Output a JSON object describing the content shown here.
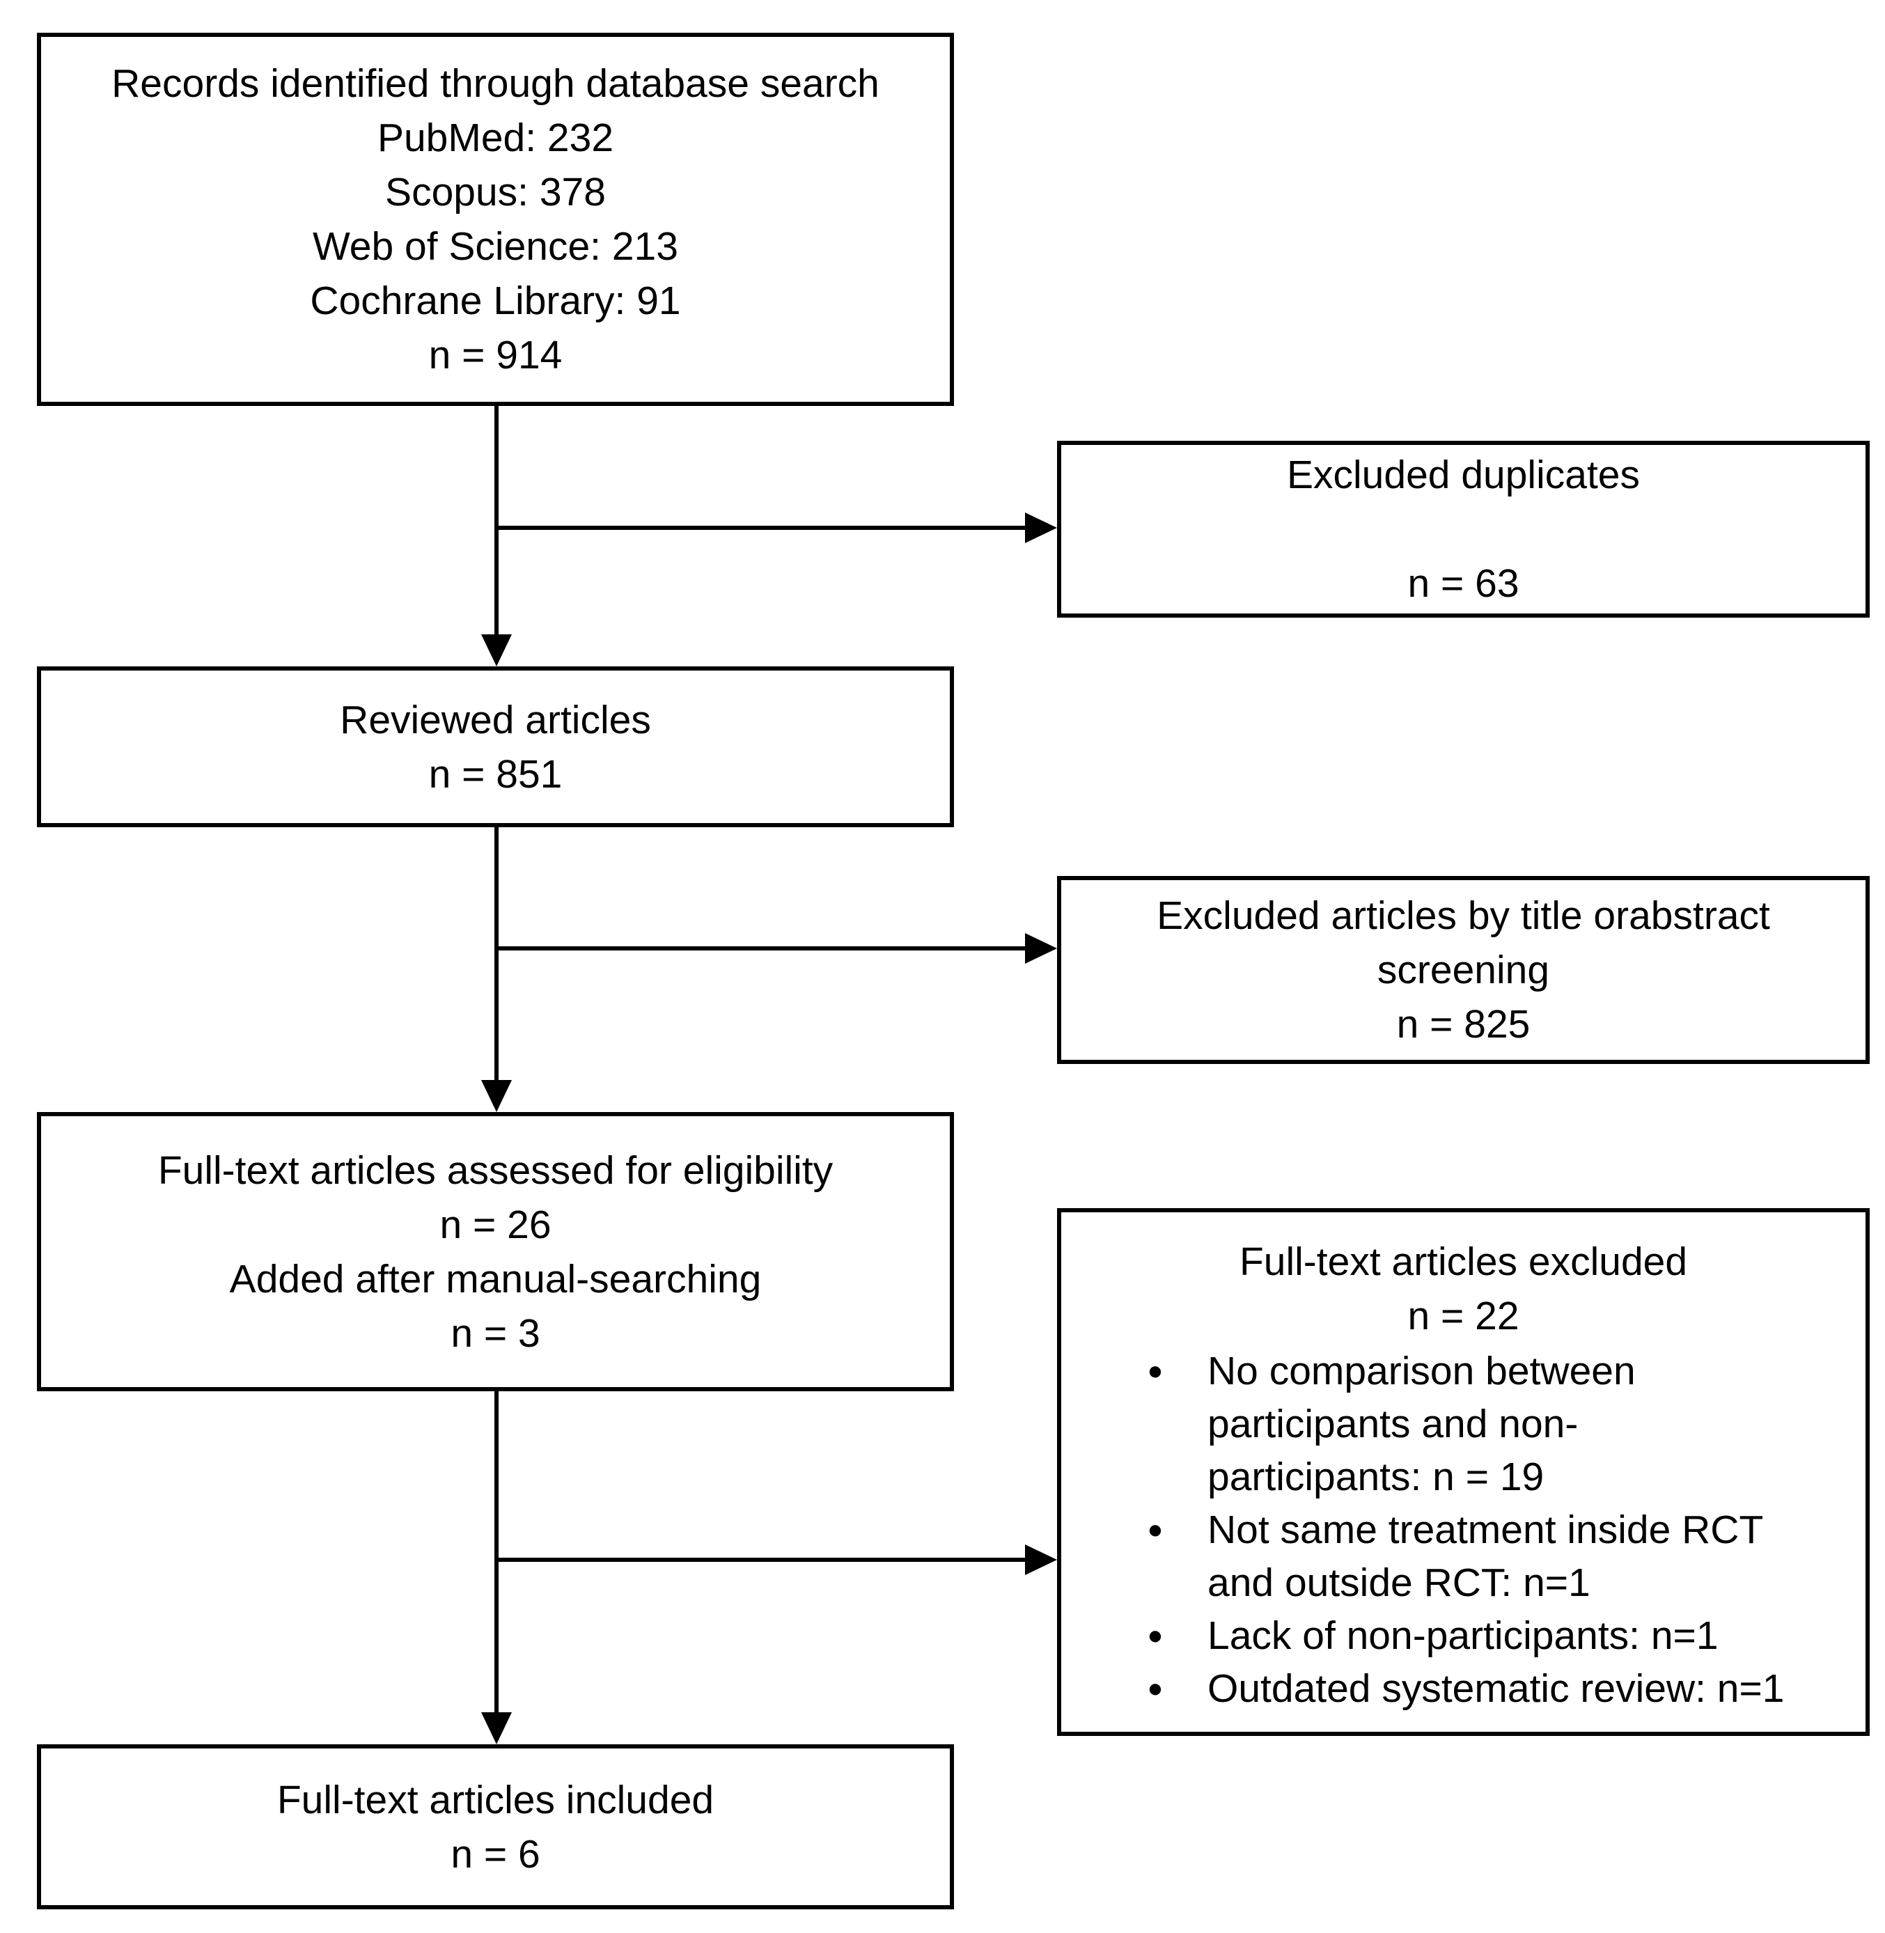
{
  "colors": {
    "ink": "#000000",
    "background": "#ffffff"
  },
  "flowchart": {
    "bullet_glyph": "●",
    "records_box": {
      "lines": [
        "Records identified through database search",
        "PubMed: 232",
        "Scopus: 378",
        "Web of Science: 213",
        "Cochrane Library: 91",
        "n = 914"
      ]
    },
    "excluded_duplicates_box": {
      "title": "Excluded duplicates",
      "count": "n = 63"
    },
    "reviewed_box": {
      "lines": [
        "Reviewed articles",
        "n = 851"
      ]
    },
    "excluded_screening_box": {
      "lines": [
        "Excluded articles by title orabstract",
        "screening",
        "n = 825"
      ]
    },
    "fulltext_assessed_box": {
      "lines": [
        "Full-text articles assessed for eligibility",
        "n = 26",
        "Added after manual-searching",
        "n = 3"
      ]
    },
    "fulltext_excluded_box": {
      "title": "Full-text articles excluded",
      "count": "n = 22",
      "bullets": [
        {
          "lines": [
            "No comparison between",
            "participants and non-",
            "participants: n = 19"
          ]
        },
        {
          "lines": [
            "Not same treatment inside RCT",
            "and outside RCT: n=1"
          ]
        },
        {
          "lines": [
            "Lack of non-participants: n=1"
          ]
        },
        {
          "lines": [
            "Outdated systematic review: n=1"
          ]
        }
      ]
    },
    "included_box": {
      "lines": [
        "Full-text articles included",
        "n = 6"
      ]
    }
  }
}
